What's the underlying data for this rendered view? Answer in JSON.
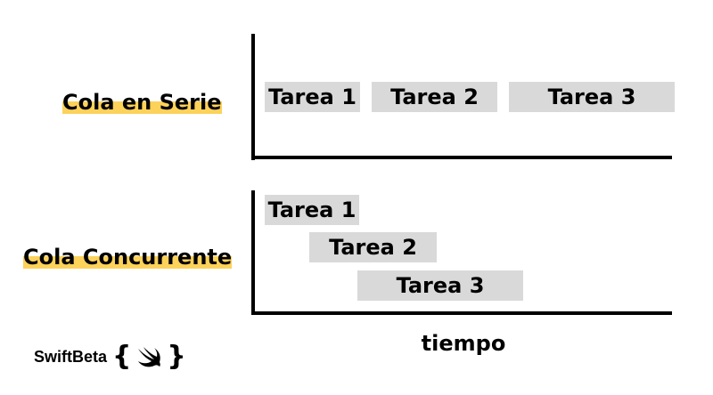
{
  "serial": {
    "label": "Cola en Serie",
    "tasks": [
      "Tarea 1",
      "Tarea 2",
      "Tarea 3"
    ]
  },
  "concurrent": {
    "label": "Cola Concurrente",
    "tasks": [
      "Tarea 1",
      "Tarea 2",
      "Tarea 3"
    ]
  },
  "x_axis_label": "tiempo",
  "brand": {
    "name": "SwiftBeta",
    "icon": "swift-bird-icon",
    "open_brace": "{",
    "close_brace": "}"
  },
  "colors": {
    "highlight": "#fcd25a",
    "task_fill": "#d9d9d9",
    "axis": "#000000"
  }
}
